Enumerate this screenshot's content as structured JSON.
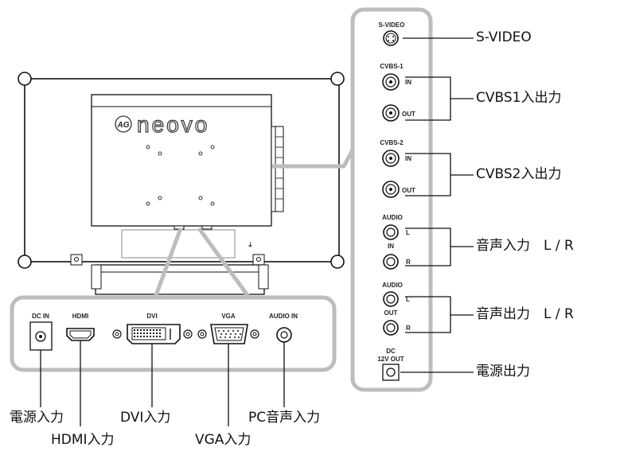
{
  "brand": {
    "logo_mark": "AG",
    "logo_text": "neovo"
  },
  "side_panel": {
    "s_video": "S-VIDEO",
    "cvbs1": "CVBS-1",
    "cvbs2": "CVBS-2",
    "in": "IN",
    "out": "OUT",
    "audio": "AUDIO",
    "audio_in": "IN",
    "audio_out": "OUT",
    "left": "L",
    "right": "R",
    "dc": "DC",
    "dc_12v_out": "12V OUT"
  },
  "bottom_panel": {
    "dc_in": "DC IN",
    "hdmi": "HDMI",
    "dvi": "DVI",
    "vga": "VGA",
    "audio_in": "AUDIO IN"
  },
  "callouts_right": [
    "S-VIDEO",
    "CVBS1入出力",
    "CVBS2入出力",
    "音声入力　L / R",
    "音声出力　L / R",
    "電源出力"
  ],
  "callouts_bottom": {
    "dc_in": "電源入力",
    "hdmi": "HDMI入力",
    "dvi": "DVI入力",
    "vga": "VGA入力",
    "pc_audio": "PC音声入力"
  },
  "icons": [
    "bnc-connector-icon",
    "rca-jack-icon",
    "hdmi-port-icon",
    "dvi-port-icon",
    "vga-port-icon",
    "dc-jack-icon",
    "s-video-port-icon",
    "screw-icon"
  ]
}
